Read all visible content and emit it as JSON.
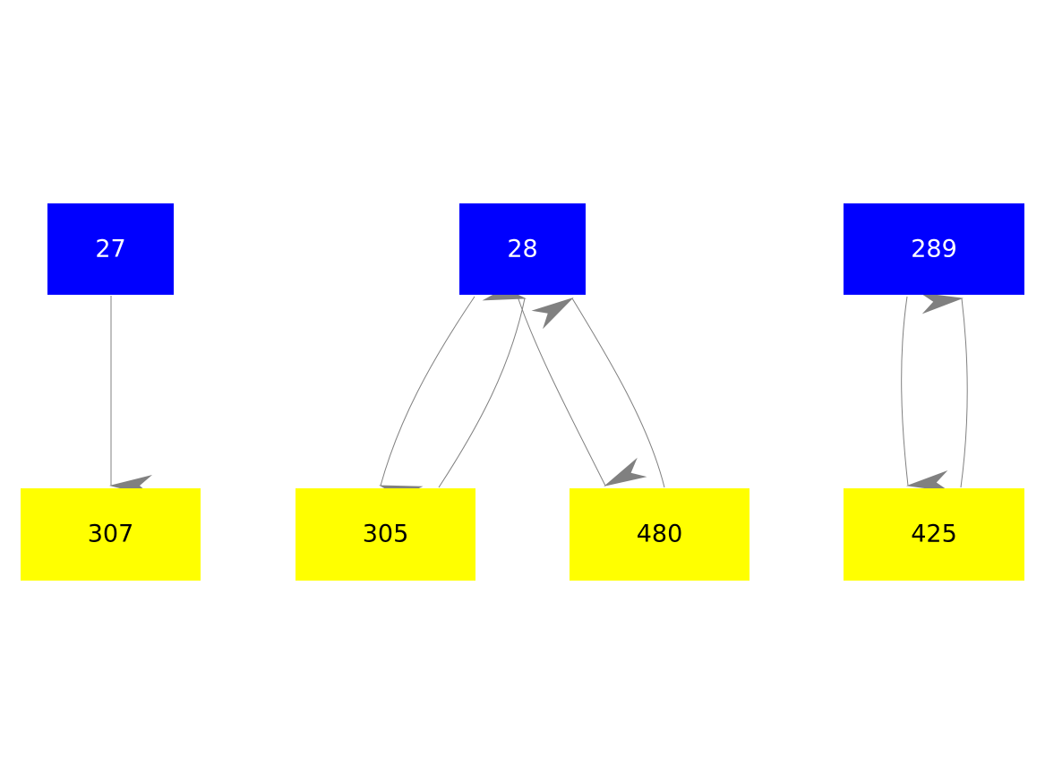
{
  "colors": {
    "parent_fill": "#0000ff",
    "parent_text": "#ffffff",
    "child_fill": "#ffff00",
    "child_text": "#000000",
    "edge": "#808080",
    "background": "#ffffff"
  },
  "nodes": {
    "n27": {
      "label": "27",
      "kind": "parent"
    },
    "n28": {
      "label": "28",
      "kind": "parent"
    },
    "n289": {
      "label": "289",
      "kind": "parent"
    },
    "n307": {
      "label": "307",
      "kind": "child"
    },
    "n305": {
      "label": "305",
      "kind": "child"
    },
    "n480": {
      "label": "480",
      "kind": "child"
    },
    "n425": {
      "label": "425",
      "kind": "child"
    }
  },
  "edges": [
    {
      "from": "27",
      "to": "307"
    },
    {
      "from": "28",
      "to": "305"
    },
    {
      "from": "305",
      "to": "28"
    },
    {
      "from": "28",
      "to": "480"
    },
    {
      "from": "480",
      "to": "28"
    },
    {
      "from": "289",
      "to": "425"
    },
    {
      "from": "425",
      "to": "289"
    }
  ]
}
